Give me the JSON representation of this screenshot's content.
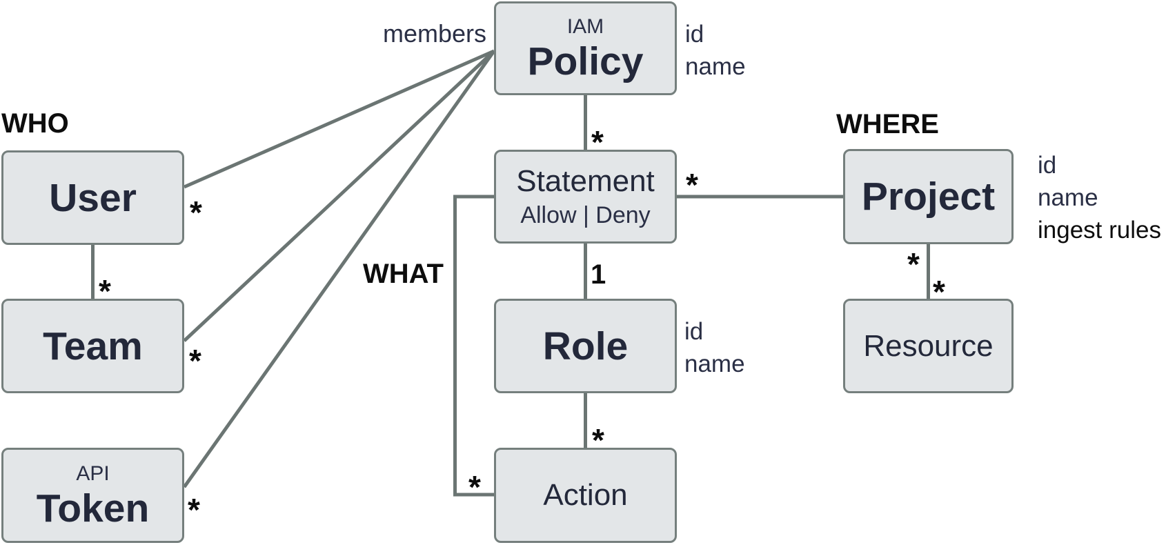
{
  "colors": {
    "box_fill": "#e3e6e8",
    "box_border": "#757f7d",
    "line": "#6b7573",
    "title_text": "#23283a",
    "attr_text": "#2a2f45",
    "black_text": "#0d0d0d"
  },
  "groups": {
    "who": "WHO",
    "what": "WHAT",
    "where": "WHERE"
  },
  "labels": {
    "members": "members"
  },
  "entities": {
    "policy": {
      "pre": "IAM",
      "title": "Policy",
      "attrs": [
        "id",
        "name"
      ]
    },
    "user": {
      "title": "User"
    },
    "team": {
      "title": "Team"
    },
    "token": {
      "pre": "API",
      "title": "Token"
    },
    "statement": {
      "title": "Statement",
      "subtitle": "Allow | Deny"
    },
    "role": {
      "title": "Role",
      "attrs": [
        "id",
        "name"
      ]
    },
    "action": {
      "title": "Action"
    },
    "project": {
      "title": "Project",
      "attrs": [
        "id",
        "name",
        "ingest rules"
      ]
    },
    "resource": {
      "title": "Resource"
    }
  },
  "cardinalities": {
    "user_policy": "*",
    "team_policy": "*",
    "token_policy": "*",
    "user_team": "*",
    "policy_statement": "*",
    "statement_role": "1",
    "role_action": "*",
    "statement_action": "*",
    "statement_project": "*",
    "project_resource_upper": "*",
    "project_resource_lower": "*"
  }
}
